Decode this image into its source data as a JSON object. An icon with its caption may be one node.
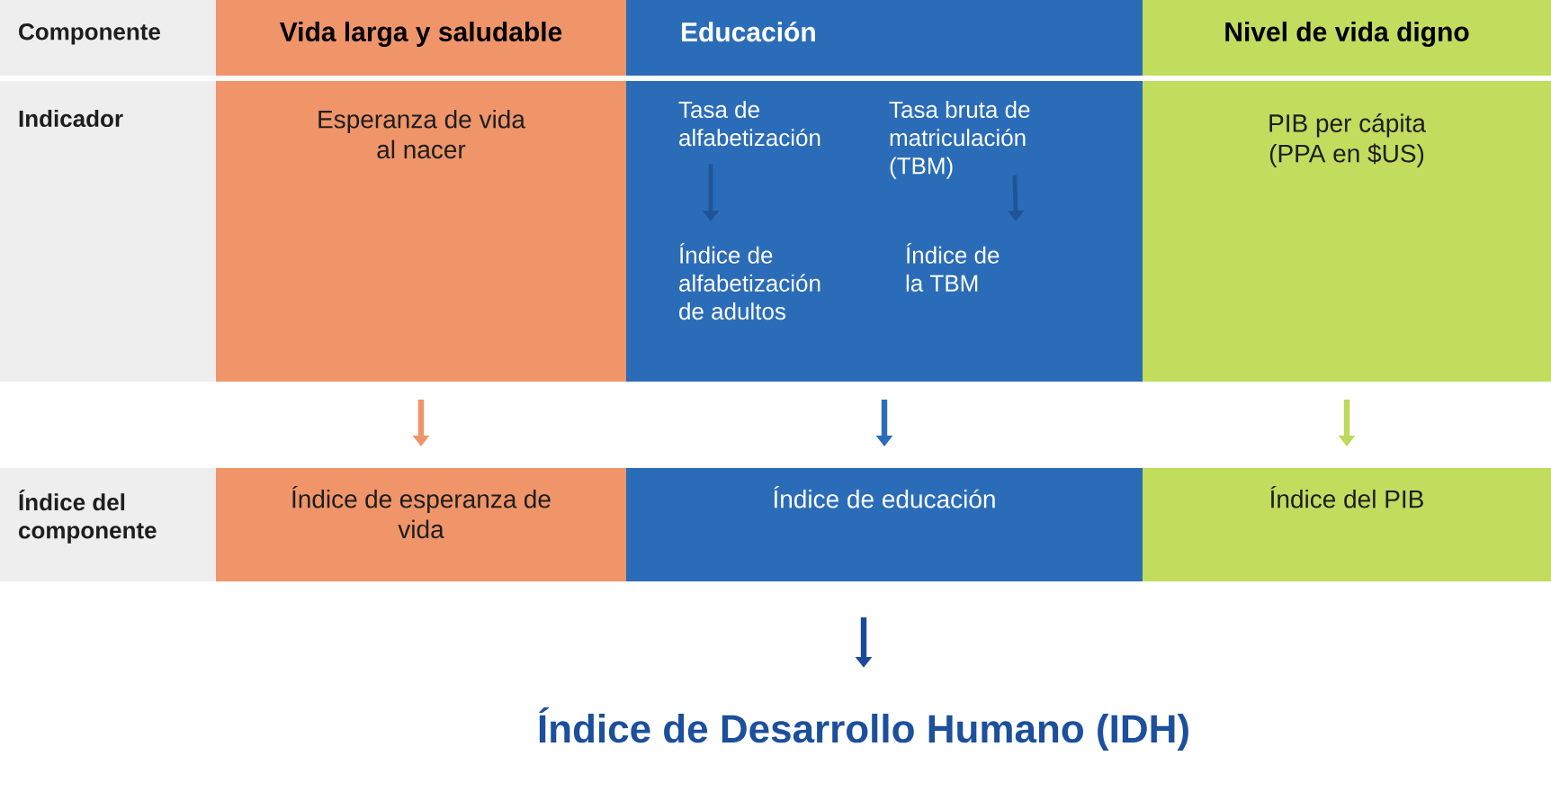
{
  "diagram": {
    "nodes": [
      {
        "text": [
          "Componente"
        ]
      },
      {
        "text": [
          "Vida larga y saludable"
        ]
      },
      {
        "text": [
          "Educación"
        ]
      },
      {
        "text": [
          "Nivel de vida digno"
        ]
      },
      {
        "text": [
          "Indicador"
        ]
      },
      {
        "text": [
          "Esperanza de vida al nacer"
        ]
      },
      {
        "text": [],
        "shape": "box"
      },
      {
        "text": [
          "Tasa de alfabetización"
        ],
        "in": 6
      },
      {
        "text": [
          "Tasa bruta de matriculación (TBM)"
        ],
        "in": 6
      },
      {
        "text": [
          "Índice de alfabetización de adultos"
        ],
        "in": 6
      },
      {
        "text": [
          "Índice de la TBM"
        ],
        "in": 6
      },
      {
        "text": [
          "PIB per cápita (PPA en $US)"
        ]
      },
      {
        "text": [
          "Índice del componente"
        ]
      },
      {
        "text": [
          "Índice de esperanza de vida"
        ]
      },
      {
        "text": [
          "Índice de educación"
        ]
      },
      {
        "text": [
          "Índice del PIB"
        ]
      },
      {
        "text": [
          "Índice de Desarrollo Humano (IDH)"
        ]
      }
    ],
    "edges": [
      {
        "from": 7,
        "to": 9,
        "arrow": "to",
        "color": "#1f5596"
      },
      {
        "from": 8,
        "to": 10,
        "arrow": "to",
        "color": "#1f5596"
      },
      {
        "from": 5,
        "to": 13,
        "arrow": "to",
        "color": "#f0956a"
      },
      {
        "from": 6,
        "to": 14,
        "arrow": "to",
        "color": "#2b6cb8"
      },
      {
        "from": 11,
        "to": 15,
        "arrow": "to",
        "color": "#bcd95a"
      },
      {
        "from": 14,
        "to": 16,
        "arrow": "to",
        "color": "#1c4a9a"
      }
    ]
  }
}
